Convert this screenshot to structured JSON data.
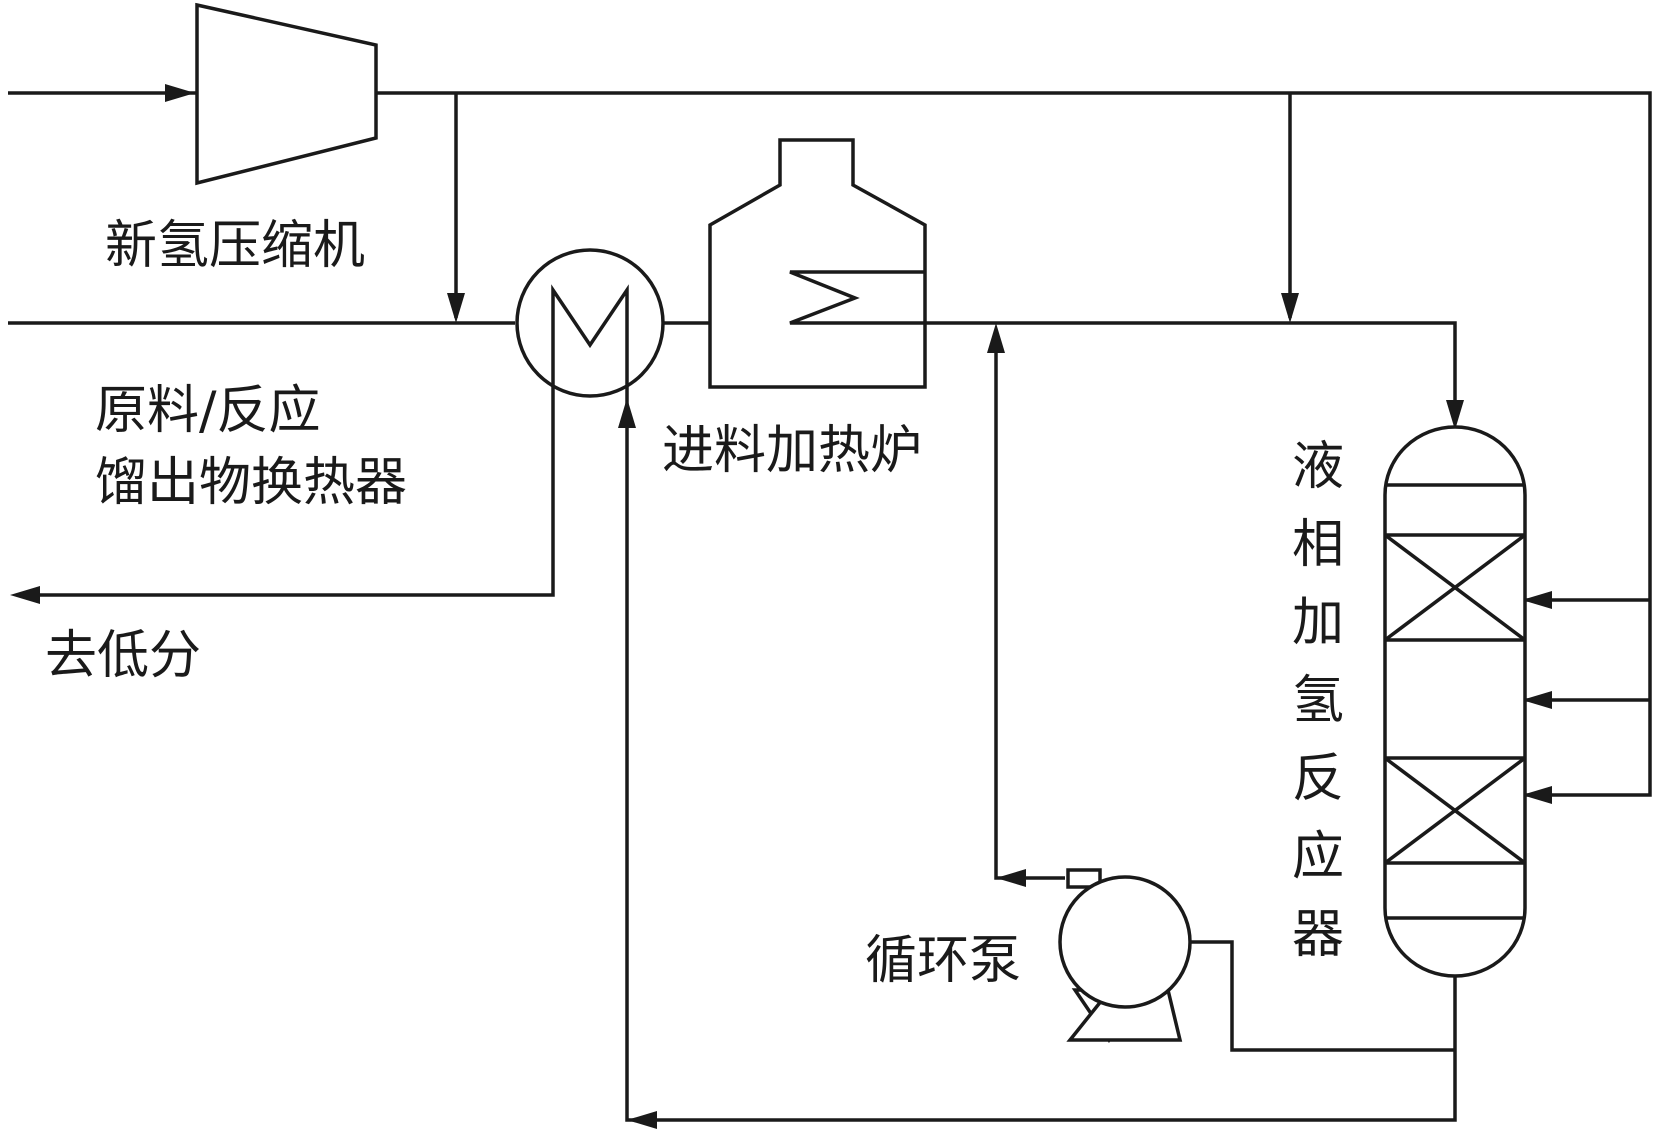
{
  "labels": {
    "compressor": "新氢压缩机",
    "exchanger_line1": "原料/反应",
    "exchanger_line2": "馏出物换热器",
    "to_low_pressure_separator": "去低分",
    "furnace": "进料加热炉",
    "reactor": "液相加氢反应器",
    "pump": "循环泵"
  }
}
